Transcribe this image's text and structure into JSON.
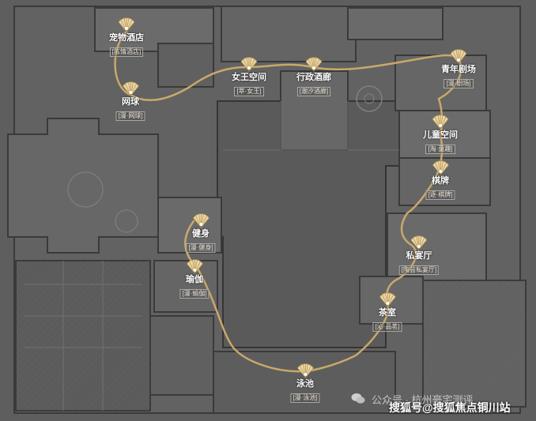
{
  "route_color": "#c9a86a",
  "pois": [
    {
      "key": "pet_hotel",
      "name": "宠物酒店",
      "sub": "[陈情酒店]"
    },
    {
      "key": "tennis",
      "name": "网球",
      "sub": "[漫·网球]"
    },
    {
      "key": "queen_space",
      "name": "女王空间",
      "sub": "[萃·女王]"
    },
    {
      "key": "exec_lounge",
      "name": "行政酒廊",
      "sub": "[潮汐酒廊]"
    },
    {
      "key": "youth_theater",
      "name": "青年剧场",
      "sub": "[漫·剧场]"
    },
    {
      "key": "kids_space",
      "name": "儿童空间",
      "sub": "[淘·童趣]"
    },
    {
      "key": "chess",
      "name": "棋牌",
      "sub": "[逐·棋牌]"
    },
    {
      "key": "fitness",
      "name": "健身",
      "sub": "[漫·健身]"
    },
    {
      "key": "private_banquet",
      "name": "私宴厅",
      "sub": "[陶芸私宴厅]"
    },
    {
      "key": "yoga",
      "name": "瑜伽",
      "sub": "[漫·瑜伽]"
    },
    {
      "key": "tea_room",
      "name": "茶室",
      "sub": "[沁·品茗]"
    },
    {
      "key": "pool",
      "name": "泳池",
      "sub": "[漫·泳池]"
    }
  ],
  "watermark": {
    "account": "公众号 · 杭州豪宅测评",
    "site": "搜狐号@搜狐焦点铜川站"
  }
}
